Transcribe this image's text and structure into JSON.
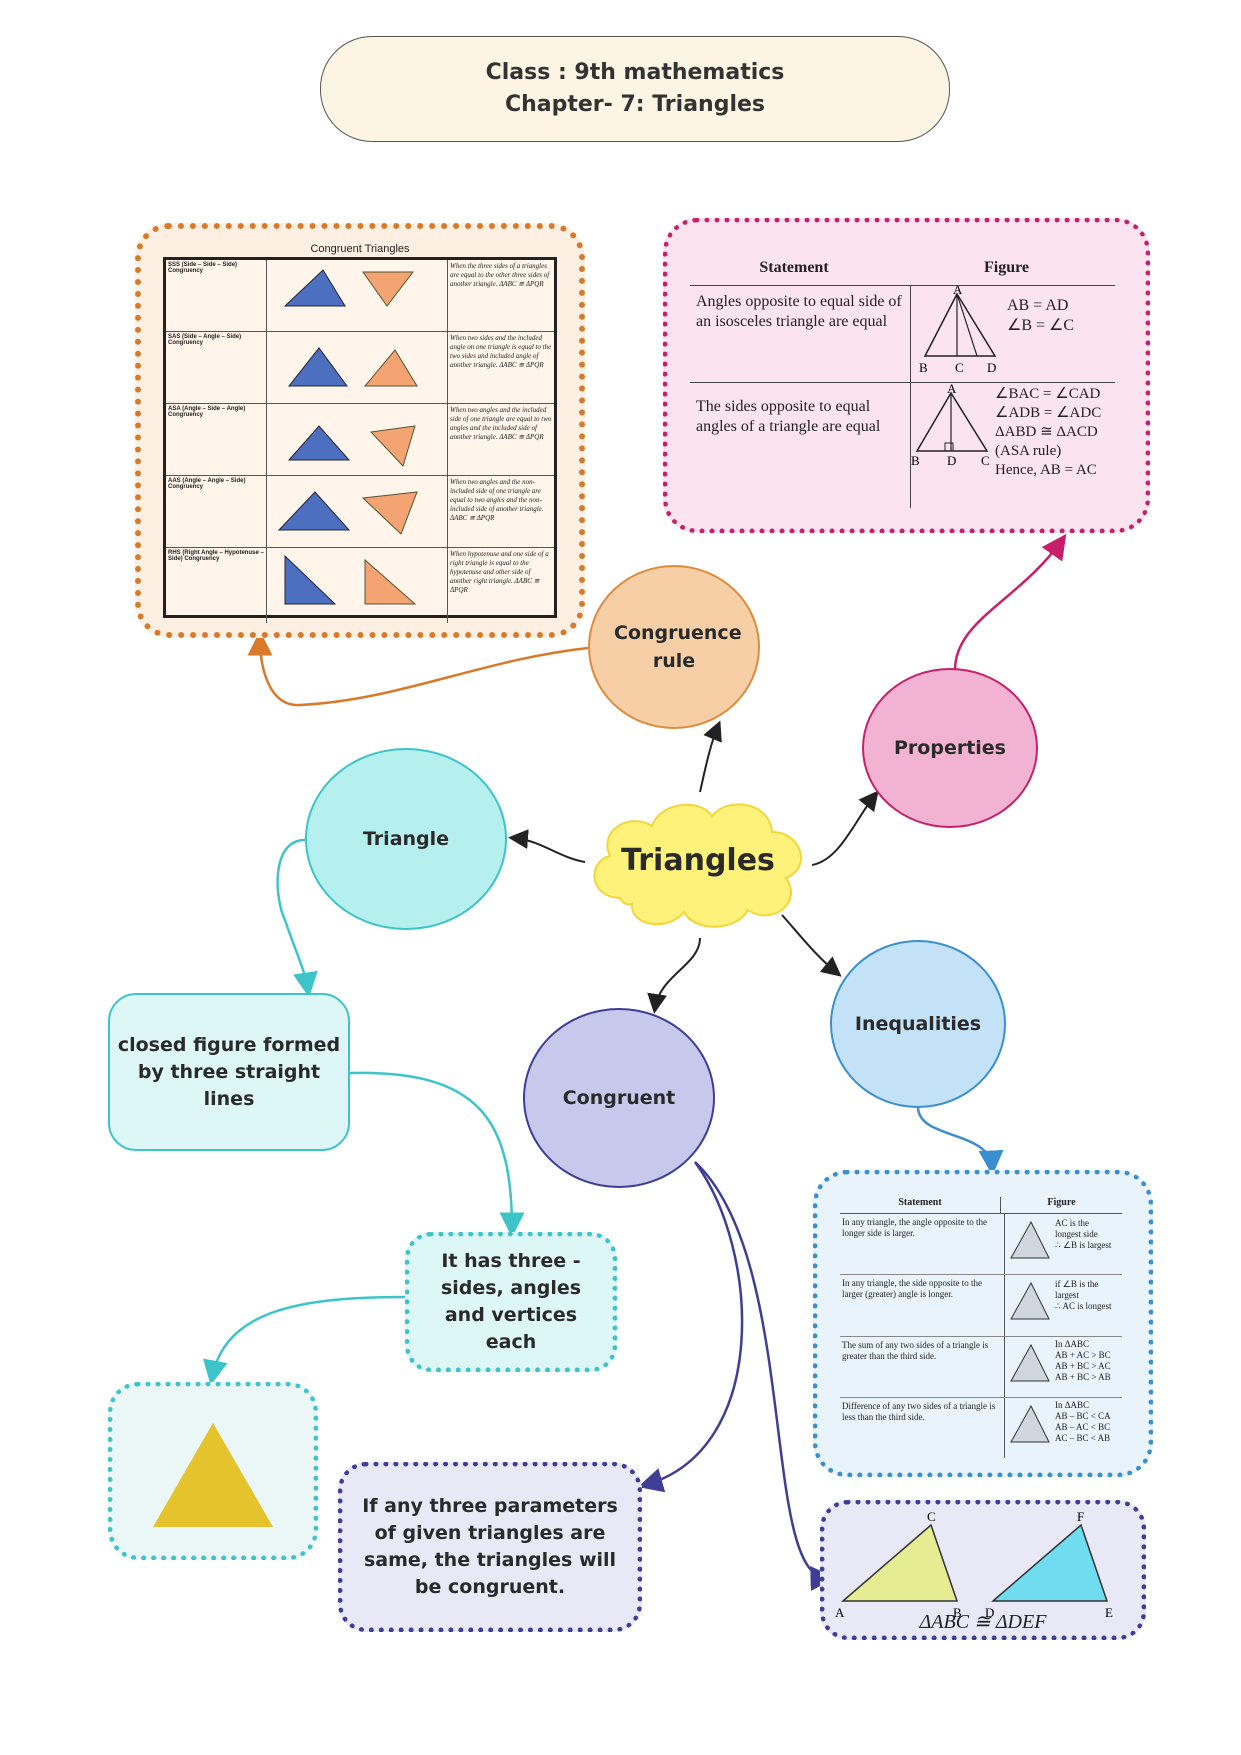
{
  "header": {
    "line1": "Class : 9th mathematics",
    "line2": "Chapter- 7: Triangles"
  },
  "center": {
    "label": "Triangles"
  },
  "nodes": {
    "congruence_rule": "Congruence rule",
    "properties": "Properties",
    "triangle": "Triangle",
    "inequalities": "Inequalities",
    "congruent": "Congruent"
  },
  "boxes": {
    "definition": "closed figure formed by three straight lines",
    "three_parts": "It has three - sides, angles and vertices each",
    "congruent_def": "If any three parameters of given triangles are same, the triangles will be congruent."
  },
  "congruence_table": {
    "title": "Congruent Triangles",
    "rows": [
      {
        "rule": "SSS (Side – Side – Side) Congruency",
        "desc": "When the three sides of a triangles are equal to the other three sides of another triangle. ΔABC ≅ ΔPQR"
      },
      {
        "rule": "SAS (Side – Angle – Side) Congruency",
        "desc": "When two sides and the included angle on one triangle is equal to the two sides and included angle of another triangle. ΔABC ≅ ΔPQR"
      },
      {
        "rule": "ASA (Angle – Side – Angle) Congruency",
        "desc": "When two angles and the included side of one triangle are equal to two angles and the included side of another triangle. ΔABC ≅ ΔPQR"
      },
      {
        "rule": "AAS (Angle – Angle – Side) Congruency",
        "desc": "When two angles and the non-included side of one triangle are equal to two angles and the non-included side of another triangle. ΔABC ≅ ΔPQR"
      },
      {
        "rule": "RHS (Right Angle – Hypotenuse – Side) Congruency",
        "desc": "When hypotenuse and one side of a right triangle is equal to the hypotenuse and other side of another right triangle. ΔABC ≅ ΔPQR"
      }
    ]
  },
  "properties_table": {
    "col1": "Statement",
    "col2": "Figure",
    "rows": [
      {
        "statement": "Angles opposite to equal side of an isosceles triangle are equal",
        "fig_lines": [
          "AB = AD",
          "∠B = ∠C"
        ]
      },
      {
        "statement": "The sides opposite to equal angles of a triangle are equal",
        "fig_lines": [
          "∠BAC = ∠CAD",
          "∠ADB = ∠ADC",
          "ΔABD ≅ ΔACD",
          "(ASA rule)",
          "Hence, AB = AC"
        ]
      }
    ]
  },
  "inequalities_table": {
    "col1": "Statement",
    "col2": "Figure",
    "rows": [
      {
        "statement": "In any triangle, the angle opposite to the longer side is larger.",
        "fig_lines": [
          "AC is the",
          "longest side",
          "∴ ∠B is largest"
        ]
      },
      {
        "statement": "In any triangle, the side opposite to the larger (greater) angle is longer.",
        "fig_lines": [
          "if ∠B is the",
          "largest",
          "∴ AC is longest"
        ]
      },
      {
        "statement": "The sum of any two sides of a triangle is greater than the third side.",
        "fig_lines": [
          "In ΔABC",
          "AB + AC > BC",
          "AB + BC > AC",
          "AB + BC > AB"
        ]
      },
      {
        "statement": "Difference of any two sides of a triangle is less than the third side.",
        "fig_lines": [
          "In ΔABC",
          "AB – BC < CA",
          "AB – AC < BC",
          "AC – BC < AB"
        ]
      }
    ]
  },
  "congruent_figure": {
    "caption": "ΔABC ≅ ΔDEF"
  },
  "colors": {
    "center": "#fff27a",
    "congruence": "#f6cfa6",
    "properties": "#f2b3d2",
    "triangle": "#b6f0ee",
    "inequalities": "#c4e2f7",
    "congruent": "#c7c9ec",
    "yellow_triangle": "#e5c32c"
  }
}
